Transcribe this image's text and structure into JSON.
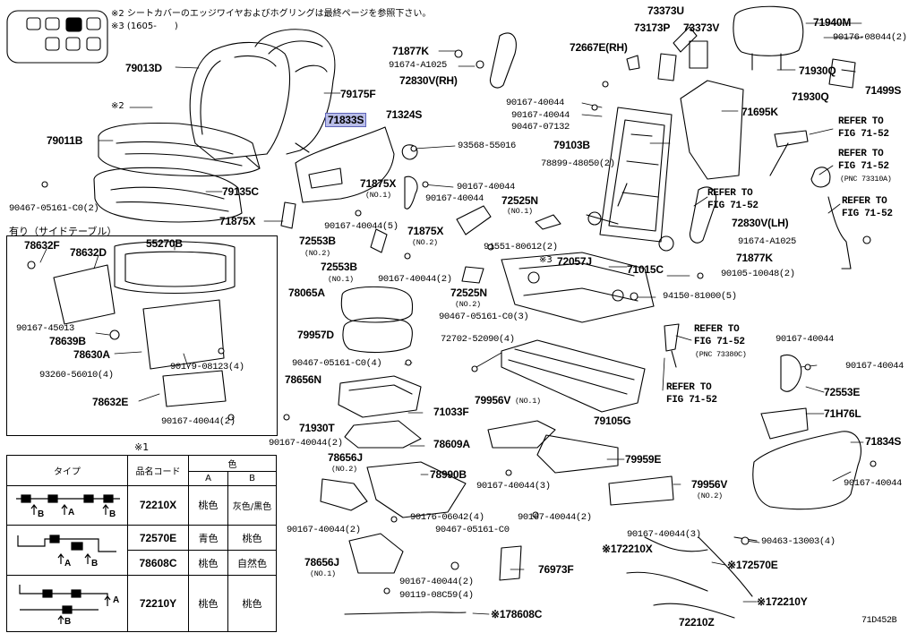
{
  "notes": {
    "note2": "※2 シートカバーのエッジワイヤおよびホグリングは最終ページを参照下さい。",
    "note3": "※3 (1605-　　)"
  },
  "diagram_code": "71D452B",
  "option_box_title": "有り（サイドテーブル）",
  "table": {
    "mark": "※1",
    "header_type": "タイプ",
    "header_code": "品名コード",
    "header_color": "色",
    "col_a": "A",
    "col_b": "B",
    "rows": [
      {
        "code": "72210X",
        "a": "桃色",
        "b": "灰色/黒色"
      },
      {
        "code": "72570E",
        "a": "青色",
        "b": "桃色"
      },
      {
        "code": "78608C",
        "a": "桃色",
        "b": "自然色"
      },
      {
        "code": "72210Y",
        "a": "桃色",
        "b": "桃色"
      }
    ],
    "wire_labels": {
      "a": "A",
      "b": "B"
    }
  },
  "callouts": {
    "c79013D": "79013D",
    "c79175F": "79175F",
    "c71833S": "71833S",
    "c79011B": "79011B",
    "c90467_05161_C0_2": "90467-05161-C0(2)",
    "c79135C": "79135C",
    "c71875X": "71875X",
    "cmark2": "※2",
    "c71877K": "71877K",
    "c91674_A1025": "91674-A1025",
    "c72830V_RH": "72830V(RH)",
    "c71324S": "71324S",
    "c93568_55016": "93568-55016",
    "c73373U": "73373U",
    "c73173P": "73173P",
    "c73373V": "73373V",
    "c72667E": "72667E(RH)",
    "c90167_40044_a": "90167-40044",
    "c90167_40044_b": "90167-40044",
    "c90467_07132": "90467-07132",
    "c71940M": "71940M",
    "c90176_08044": "90176-08044(2)",
    "c71930Q_a": "71930Q",
    "c71930Q_b": "71930Q",
    "c71499S": "71499S",
    "c71695K": "71695K",
    "c79103B": "79103B",
    "c78899": "78899-48050(2)",
    "c71875X_no1": "71875X",
    "sub_no1_a": "(NO.1)",
    "c90167_40044_c": "90167-40044",
    "c90167_40044_d": "90167-40044",
    "c72525N_no1": "72525N",
    "sub_no1_b": "(NO.1)",
    "c90167_40044_5": "90167-40044(5)",
    "c71875X_no2": "71875X",
    "sub_no2_a": "(NO.2)",
    "c72553B_no2": "72553B",
    "sub_no2_b": "(NO.2)",
    "c72553B_no1": "72553B",
    "sub_no1_c": "(NO.1)",
    "c91551": "91551-80612(2)",
    "cmark3": "※3",
    "c72057J": "72057J",
    "c71015C": "71015C",
    "c90167_40044_2a": "90167-40044(2)",
    "c72525N_no2": "72525N",
    "sub_no2_c": "(NO.2)",
    "c78065A": "78065A",
    "c90467_05161_C0_3": "90467-05161-C0(3)",
    "c94150": "94150-81000(5)",
    "c79957D": "79957D",
    "c72702": "72702-52090(4)",
    "c90467_05161_C0_4": "90467-05161-C0(4)",
    "c78656N": "78656N",
    "c71033F": "71033F",
    "c79956V_no1": "79956V",
    "sub_no1_d": "(NO.1)",
    "c79105G": "79105G",
    "c71930T": "71930T",
    "c90167_40044_2b": "90167-40044(2)",
    "c78609A": "78609A",
    "c78656J_no2": "78656J",
    "sub_no2_d": "(NO.2)",
    "c79959E": "79959E",
    "c78990B": "78990B",
    "c90167_40044_3a": "90167-40044(3)",
    "c79956V_no2": "79956V",
    "sub_no2_e": "(NO.2)",
    "c90176_06042": "90176-06042(4)",
    "c90167_40044_2c": "90167-40044(2)",
    "c90167_40044_2d": "90167-40044(2)",
    "c90467_05161_C0": "90467-05161-C0",
    "c90167_40044_3b": "90167-40044(3)",
    "c72210X": "※172210X",
    "c90463": "90463-13003(4)",
    "c72570E": "※172570E",
    "c72210Y": "※172210Y",
    "c72210Z": "72210Z",
    "c78656J_no1": "78656J",
    "sub_no1_e": "(NO.1)",
    "c76973F": "76973F",
    "c90167_40044_2e": "90167-40044(2)",
    "c90119": "90119-08C59(4)",
    "c78608C": "※178608C",
    "c72830V_LH": "72830V(LH)",
    "c91674_A1025_b": "91674-A1025",
    "c71877K_b": "71877K",
    "c90105": "90105-10048(2)",
    "c90167_40044_e": "90167-40044",
    "c90167_40044_f": "90167-40044",
    "c72553E": "72553E",
    "c71H76L": "71H76L",
    "c71834S": "71834S",
    "c90167_40044_g": "90167-40044",
    "c78632F": "78632F",
    "c78632D": "78632D",
    "c55270B": "55270B",
    "c90167_45013": "90167-45013",
    "c78639B": "78639B",
    "c78630A": "78630A",
    "c90179": "90179-08123(4)",
    "c93260": "93260-56010(4)",
    "c78632E": "78632E",
    "c90167_40044_2f": "90167-40044(2)"
  },
  "refs": {
    "r1a": "REFER TO",
    "r1b": "FIG 71-52",
    "r2a": "REFER TO",
    "r2b": "FIG 71-52",
    "r2c": "(PNC 73310A)",
    "r3a": "REFER TO",
    "r3b": "FIG 71-52",
    "r4a": "REFER TO",
    "r4b": "FIG 71-52",
    "r5a": "REFER TO",
    "r5b": "FIG 71-52",
    "r5c": "(PNC 73380C)",
    "r6a": "REFER TO",
    "r6b": "FIG 71-52"
  }
}
